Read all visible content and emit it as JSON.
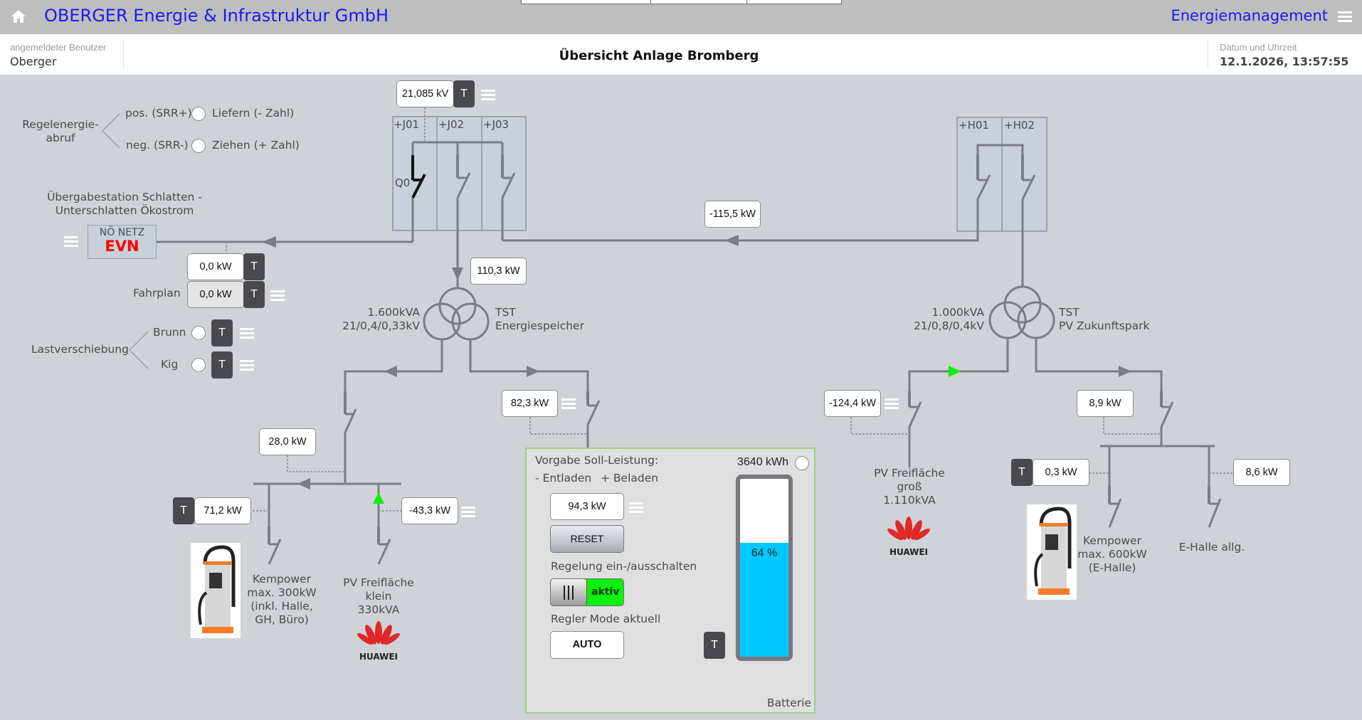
{
  "topbar": {
    "company": "OBERGER Energie & Infrastruktur GmbH",
    "module": "Energiemanagement",
    "home_icon": "home-icon",
    "menu_icon": "hamburger-menu-icon"
  },
  "header": {
    "user_label": "angemeldeter Benutzer",
    "user_value": "Oberger",
    "page_title": "Übersicht Anlage Bromberg",
    "datetime_label": "Datum und Uhrzeit",
    "datetime_value": "12.1.2026, 13:57:55"
  },
  "regelenergie": {
    "title_line1": "Regelenergie-",
    "title_line2": "abruf",
    "pos_label": "pos. (SRR+)",
    "pos_option": "Liefern (- Zahl)",
    "neg_label": "neg. (SRR-)",
    "neg_option": "Ziehen (+ Zahl)"
  },
  "uebergabe": {
    "title_line1": "Übergabestation Schlatten -",
    "title_line2": "Unterschlatten Ökostrom",
    "grid_line1": "NÖ NETZ",
    "grid_line2": "EVN",
    "grid_color": "#ff0000",
    "power_value": "0,0 kW",
    "fahrplan_label": "Fahrplan",
    "fahrplan_value": "0,0 kW",
    "t_label": "T"
  },
  "lastverschiebung": {
    "title": "Lastverschiebung",
    "items": [
      {
        "label": "Brunn",
        "t_label": "T"
      },
      {
        "label": "Kig",
        "t_label": "T"
      }
    ]
  },
  "switchgear_j": {
    "voltage": "21,085 kV",
    "t_label": "T",
    "fields": [
      "+J01",
      "+J02",
      "+J03"
    ],
    "breaker_label": "Q0"
  },
  "switchgear_h": {
    "fields": [
      "+H01",
      "+H02"
    ]
  },
  "flows": {
    "line_h_to_j": "-115,5 kW",
    "trafo1_in": "110,3 kW",
    "trafo1_battery": "82,3 kW",
    "trafo1_left_bus": "28,0 kW",
    "kempower_300": "71,2 kW",
    "pv_klein": "-43,3 kW",
    "pv_gross": "-124,4 kW",
    "trafo2_right": "8,9 kW",
    "kempower_600": "0,3 kW",
    "e_halle": "8,6 kW"
  },
  "trafo1": {
    "rating_line1": "1.600kVA",
    "rating_line2": "21/0,4/0,33kV",
    "name_line1": "TST",
    "name_line2": "Energiespeicher"
  },
  "trafo2": {
    "rating_line1": "1.000kVA",
    "rating_line2": "21/0,8/0,4kV",
    "name_line1": "TST",
    "name_line2": "PV Zukunftspark"
  },
  "consumers": {
    "kempower_300": [
      "Kempower",
      "max. 300kW",
      "(inkl. Halle,",
      "GH, Büro)"
    ],
    "pv_klein": [
      "PV Freifläche",
      "klein",
      "330kVA"
    ],
    "pv_gross": [
      "PV Freifläche",
      "groß",
      "1.110kVA"
    ],
    "kempower_600": [
      "Kempower",
      "max. 600kW",
      "(E-Halle)"
    ],
    "e_halle": [
      "E-Halle allg."
    ],
    "t_label": "T",
    "huawei_text": "HUAWEI"
  },
  "battery": {
    "setpoint_title": "Vorgabe Soll-Leistung:",
    "setpoint_hint_minus": "-  Entladen",
    "setpoint_hint_plus": "+ Beladen",
    "setpoint_value": "94,3 kW",
    "reset_label": "RESET",
    "control_title": "Regelung ein-/ausschalten",
    "control_state": "aktiv",
    "control_state_color": "#0ef00e",
    "mode_title": "Regler Mode aktuell",
    "mode_value": "AUTO",
    "t_label": "T",
    "capacity": "3640 kWh",
    "soc_percent": 64,
    "soc_label": "64 %",
    "soc_color": "#00c9ff",
    "panel_label": "Batterie"
  }
}
